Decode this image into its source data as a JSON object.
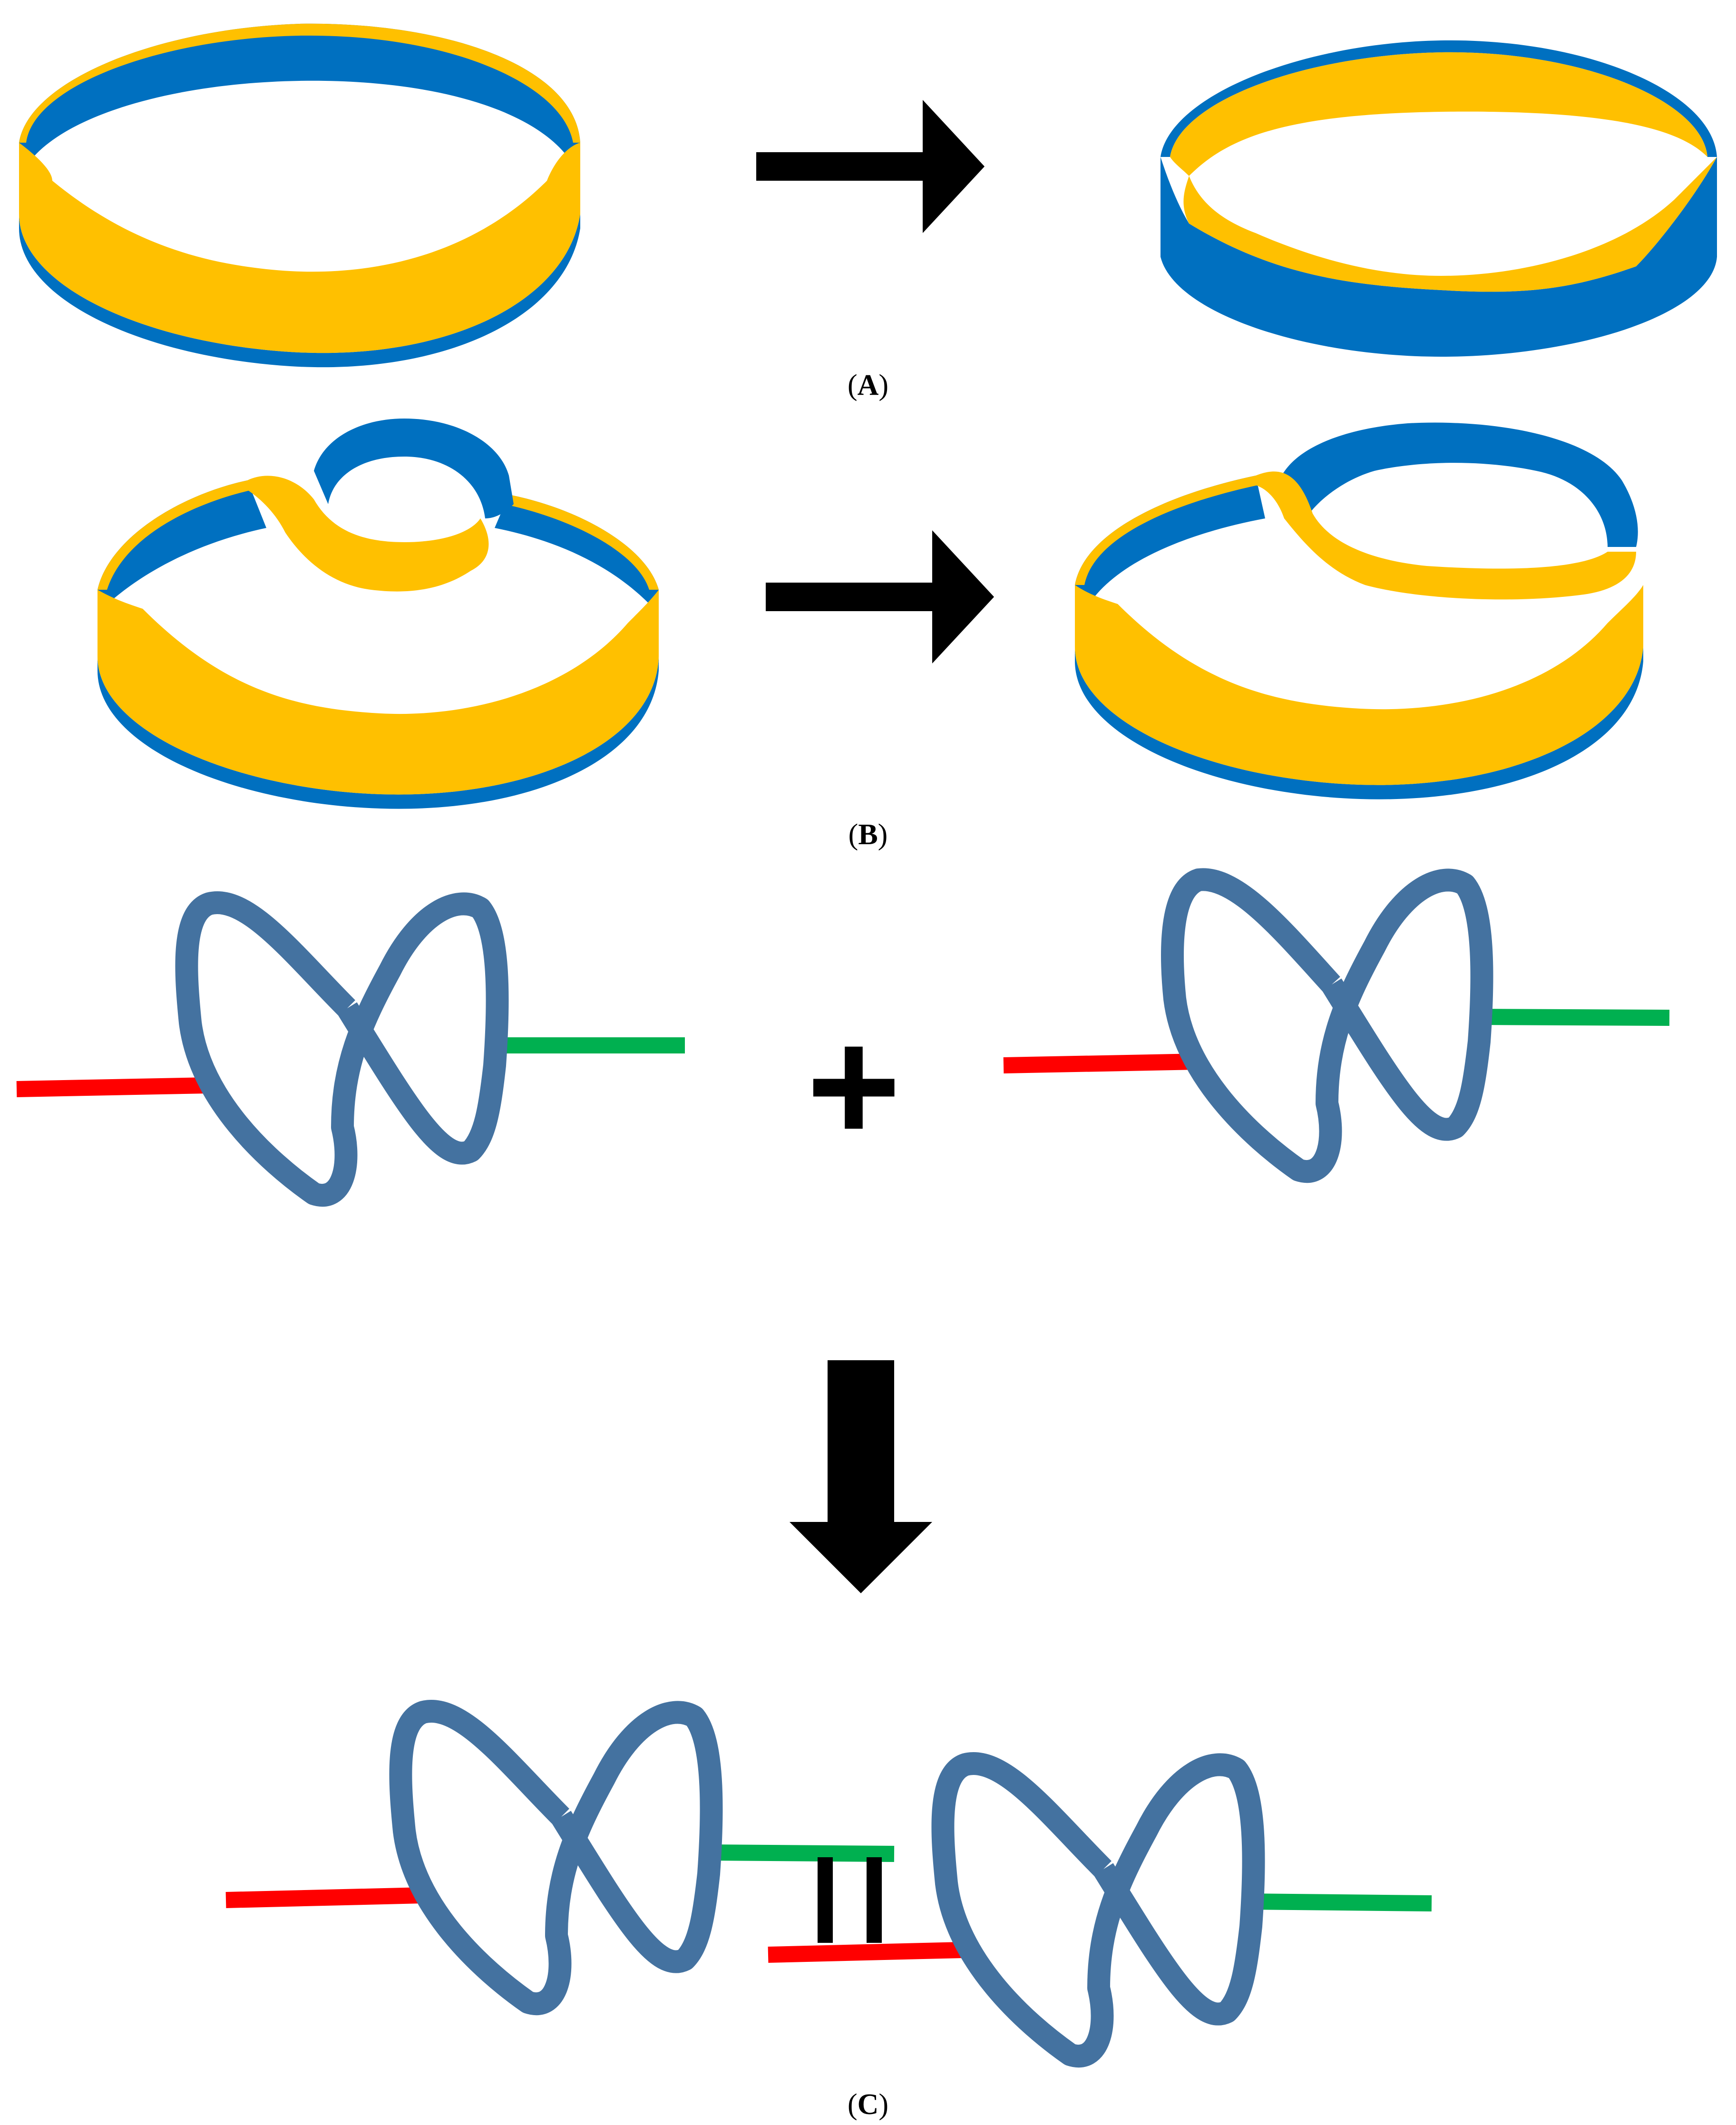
{
  "colors": {
    "ribbon_outer": "#0070C0",
    "ribbon_inner": "#FFC000",
    "strand": "#4472A0",
    "red_segment": "#FF0000",
    "green_segment": "#00B050",
    "arrow": "#000000",
    "bond": "#000000"
  },
  "panels": {
    "a": {
      "label_open": "(",
      "label_letter": "A",
      "label_close": ")"
    },
    "b": {
      "label_open": "(",
      "label_letter": "B",
      "label_close": ")"
    },
    "c": {
      "label_open": "(",
      "label_letter": "C",
      "label_close": ")",
      "operator": "+"
    }
  }
}
